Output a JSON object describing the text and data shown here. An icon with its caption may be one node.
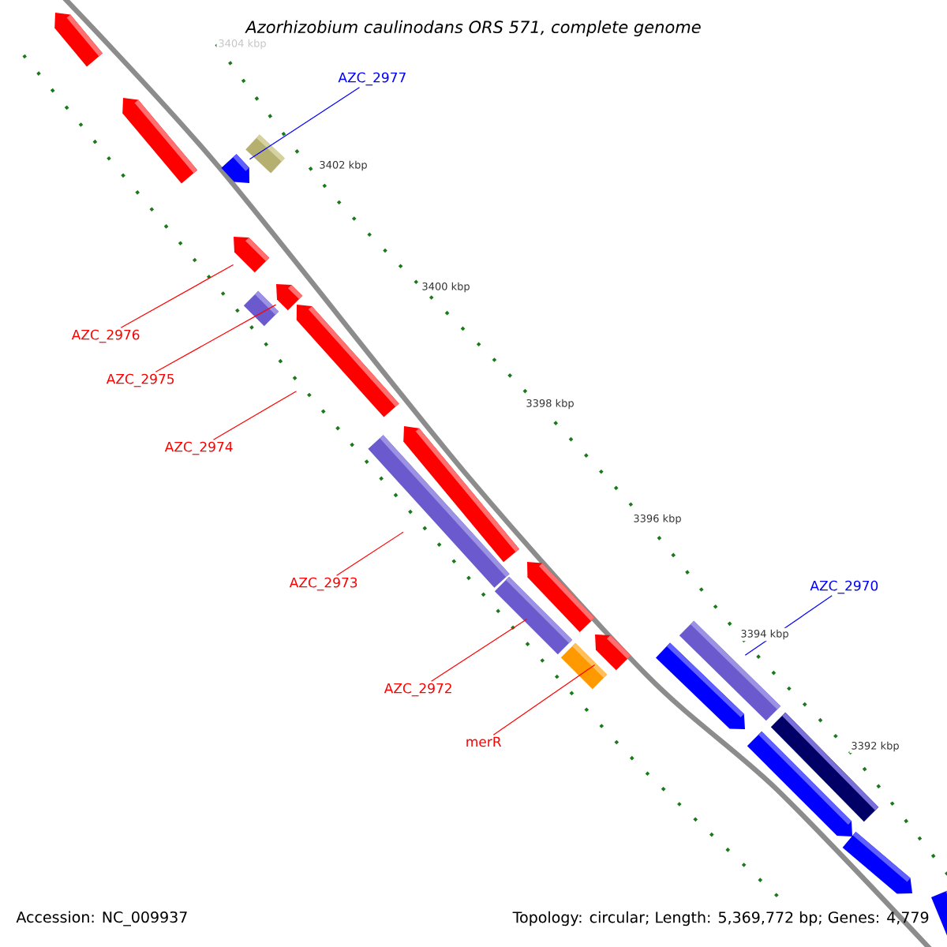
{
  "diagram": {
    "title": "Azorhizobium caulinodans ORS 571, complete genome",
    "nodes": [
      {
        "text": [
          "AZC_2977"
        ]
      },
      {
        "text": [],
        "shape": "bar"
      },
      {
        "text": [
          "AZC_2976"
        ]
      },
      {
        "text": [],
        "shape": "bar"
      },
      {
        "text": [
          "AZC_2975"
        ]
      },
      {
        "text": [],
        "shape": "bar"
      },
      {
        "text": [
          "AZC_2974"
        ]
      },
      {
        "text": [],
        "shape": "bar"
      },
      {
        "text": [
          "AZC_2973"
        ]
      },
      {
        "text": [],
        "shape": "bar"
      },
      {
        "text": [
          "AZC_2972"
        ]
      },
      {
        "text": [],
        "shape": "bar"
      },
      {
        "text": [
          "merR"
        ]
      },
      {
        "text": [],
        "shape": "bar"
      },
      {
        "text": [
          "AZC_2970"
        ]
      },
      {
        "text": [],
        "shape": "bar"
      }
    ],
    "edges": [
      {
        "from": 0,
        "to": 1,
        "arrow": "none",
        "color": "#0000ff"
      },
      {
        "from": 2,
        "to": 3,
        "arrow": "none"
      },
      {
        "from": 4,
        "to": 5,
        "arrow": "none"
      },
      {
        "from": 6,
        "to": 7,
        "arrow": "none"
      },
      {
        "from": 8,
        "to": 9,
        "arrow": "none"
      },
      {
        "from": 10,
        "to": 11,
        "arrow": "none"
      },
      {
        "from": 12,
        "to": 13,
        "arrow": "none"
      },
      {
        "from": 14,
        "to": 15,
        "arrow": "none",
        "color": "#0000ff"
      }
    ],
    "labels": [
      "3404 kbp",
      "3402 kbp",
      "3400 kbp",
      "3398 kbp",
      "3396 kbp",
      "3394 kbp",
      "3392 kbp",
      "Accession: NC_009937",
      "Topology: circular; Length: 5,369,772 bp; Genes: 4,779"
    ]
  }
}
